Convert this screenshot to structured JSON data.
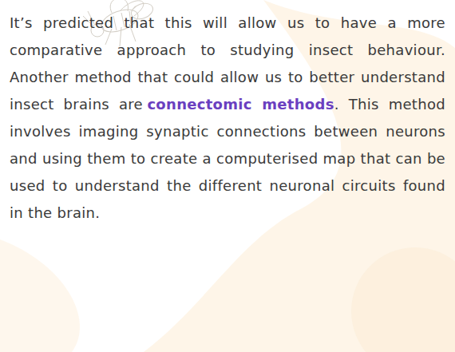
{
  "diagram": {
    "labels": [
      "It’s predicted that this will allow us to have a more comparative approach to studying insect behaviour. Another method that could allow us to better understand insect brains are",
      "connectomic methods",
      ". This method involves imaging synaptic connections between neurons and using them to create a computerised map that can be used to understand the different neuronal circuits found in the brain."
    ]
  }
}
